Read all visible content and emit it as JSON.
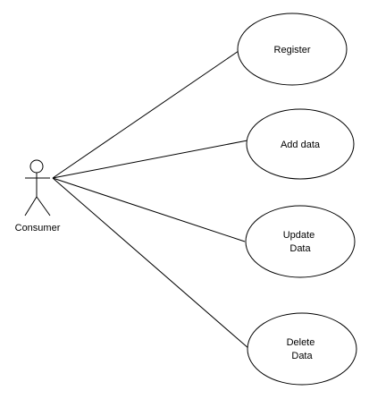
{
  "diagram": {
    "type": "use-case",
    "actor": {
      "label": "Consumer"
    },
    "use_cases": [
      {
        "id": "register",
        "lines": [
          "Register"
        ]
      },
      {
        "id": "add-data",
        "lines": [
          "Add data"
        ]
      },
      {
        "id": "update-data",
        "lines": [
          "Update",
          "Data"
        ]
      },
      {
        "id": "delete-data",
        "lines": [
          "Delete",
          "Data"
        ]
      }
    ],
    "colors": {
      "stroke": "#000000",
      "fill": "#ffffff"
    }
  }
}
